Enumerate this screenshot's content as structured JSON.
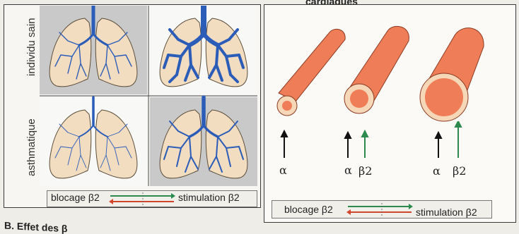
{
  "header": {
    "top_title_fragment": "cardiaques"
  },
  "left_panel": {
    "rows": [
      {
        "label": "individu sain"
      },
      {
        "label": "asthmatique"
      }
    ],
    "legend": {
      "left": "blocage β2",
      "right": "stimulation β2"
    }
  },
  "right_panel": {
    "vessels": [
      {
        "labels": [
          "α"
        ]
      },
      {
        "labels": [
          "α",
          "β2"
        ]
      },
      {
        "labels": [
          "α",
          "β2"
        ]
      }
    ],
    "legend": {
      "left": "blocage β2",
      "right": "stimulation β2"
    }
  },
  "footer": {
    "caption_fragment": "B. Effet des β"
  },
  "colors": {
    "bronchi": "#2a5cb8",
    "lung_fill": "#f3ddc0",
    "vessel": "#ef7d57",
    "green_arrow": "#2d8a4e",
    "red_arrow": "#d2462e"
  }
}
